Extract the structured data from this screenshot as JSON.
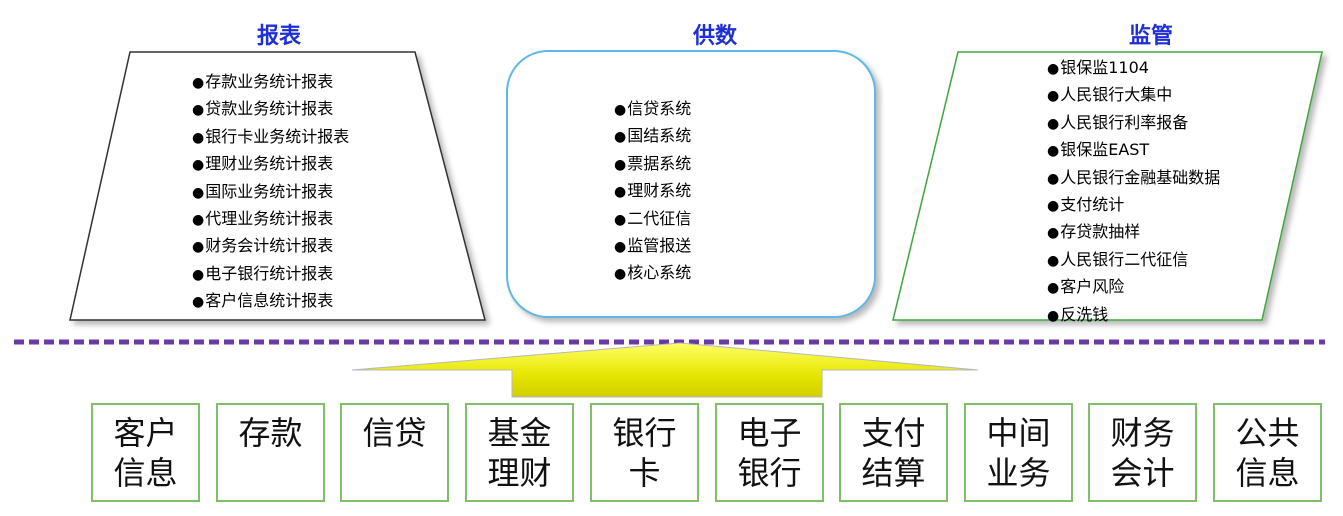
{
  "sections": {
    "baobiao": {
      "title": "报表",
      "items": [
        "存款业务统计报表",
        "贷款业务统计报表",
        "银行卡业务统计报表",
        "理财业务统计报表",
        "国际业务统计报表",
        "代理业务统计报表",
        "财务会计统计报表",
        "电子银行统计报表",
        "客户信息统计报表"
      ]
    },
    "gongshu": {
      "title": "供数",
      "items": [
        "信贷系统",
        "国结系统",
        "票据系统",
        "理财系统",
        "二代征信",
        "监管报送",
        "核心系统"
      ]
    },
    "jianguan": {
      "title": "监管",
      "items": [
        "银保监1104",
        "人民银行大集中",
        "人民银行利率报备",
        "银保监EAST",
        "人民银行金融基础数据",
        "支付统计",
        "存贷款抽样",
        "人民银行二代征信",
        "客户风险",
        "反洗钱"
      ]
    }
  },
  "bottom_boxes": [
    {
      "line1": "客户",
      "line2": "信息"
    },
    {
      "line1": "存款",
      "line2": ""
    },
    {
      "line1": "信贷",
      "line2": ""
    },
    {
      "line1": "基金",
      "line2": "理财"
    },
    {
      "line1": "银行",
      "line2": "卡"
    },
    {
      "line1": "电子",
      "line2": "银行"
    },
    {
      "line1": "支付",
      "line2": "结算"
    },
    {
      "line1": "中间",
      "line2": "业务"
    },
    {
      "line1": "财务",
      "line2": "会计"
    },
    {
      "line1": "公共",
      "line2": "信息"
    }
  ],
  "colors": {
    "title": "#1f2fd6",
    "divider": "#6a3aa6",
    "arrow": "#e8e800",
    "bottom_border": "#7fbf6a",
    "gongshu_border": "#5fb8e6",
    "jianguan_border": "#3ea63e"
  }
}
